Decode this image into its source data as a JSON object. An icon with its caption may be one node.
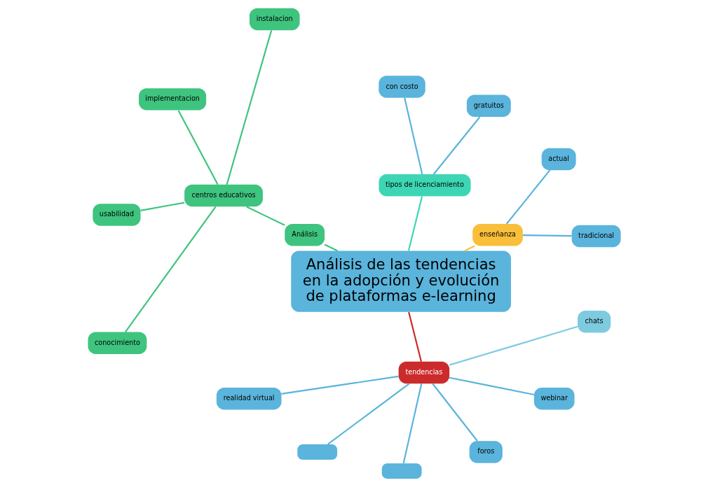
{
  "diagram": {
    "nodes": [
      {
        "text": [
          "Análisis de las tendencias en la adopción y evolución de plataformas e-learning"
        ]
      },
      {
        "text": [
          "enseñanza"
        ]
      },
      {
        "text": [
          "tradicional"
        ]
      },
      {
        "text": [
          "actual"
        ]
      },
      {
        "text": [
          "tipos de licenciamiento"
        ]
      },
      {
        "text": [
          "gratuitos"
        ]
      },
      {
        "text": [
          "con costo"
        ]
      },
      {
        "text": [
          "centros educativos"
        ]
      },
      {
        "text": [
          "instalacion"
        ]
      },
      {
        "text": [
          "implementacion"
        ]
      },
      {
        "text": [
          "usabilidad"
        ]
      },
      {
        "text": [
          "conocimiento"
        ]
      },
      {
        "text": [
          "Análisis"
        ]
      },
      {
        "text": [
          "tendencias"
        ]
      },
      {
        "text": [
          "realidad virtual"
        ]
      },
      {
        "text": [],
        "shape": "box"
      },
      {
        "text": [],
        "shape": "box"
      },
      {
        "text": [
          "foros"
        ]
      },
      {
        "text": [
          "webinar"
        ]
      },
      {
        "text": [
          "chats"
        ]
      }
    ],
    "edges": [
      {
        "from": 0,
        "to": 1,
        "arrow": "none",
        "color": "#f9bf3b"
      },
      {
        "from": 1,
        "to": 2,
        "arrow": "none"
      },
      {
        "from": 1,
        "to": 3,
        "arrow": "none"
      },
      {
        "from": 0,
        "to": 4,
        "arrow": "none",
        "color": "#3dd6b5"
      },
      {
        "from": 4,
        "to": 5,
        "arrow": "none"
      },
      {
        "from": 4,
        "to": 6,
        "arrow": "none"
      },
      {
        "from": 0,
        "to": 12,
        "arrow": "none",
        "color": "#3ec47e"
      },
      {
        "from": 12,
        "to": 7,
        "arrow": "none",
        "color": "#3ec47e"
      },
      {
        "from": 7,
        "to": 8,
        "arrow": "none",
        "color": "#3ec47e"
      },
      {
        "from": 7,
        "to": 9,
        "arrow": "none",
        "color": "#3ec47e"
      },
      {
        "from": 7,
        "to": 10,
        "arrow": "none",
        "color": "#3ec47e"
      },
      {
        "from": 7,
        "to": 11,
        "arrow": "none",
        "color": "#3ec47e"
      },
      {
        "from": 0,
        "to": 13,
        "arrow": "none",
        "color": "#cc2b2b"
      },
      {
        "from": 13,
        "to": 14,
        "arrow": "none"
      },
      {
        "from": 13,
        "to": 15,
        "arrow": "none"
      },
      {
        "from": 13,
        "to": 16,
        "arrow": "none"
      },
      {
        "from": 13,
        "to": 17,
        "arrow": "none"
      },
      {
        "from": 13,
        "to": 18,
        "arrow": "none"
      },
      {
        "from": 13,
        "to": 19,
        "arrow": "none",
        "color": "#7ecbe0"
      }
    ]
  }
}
